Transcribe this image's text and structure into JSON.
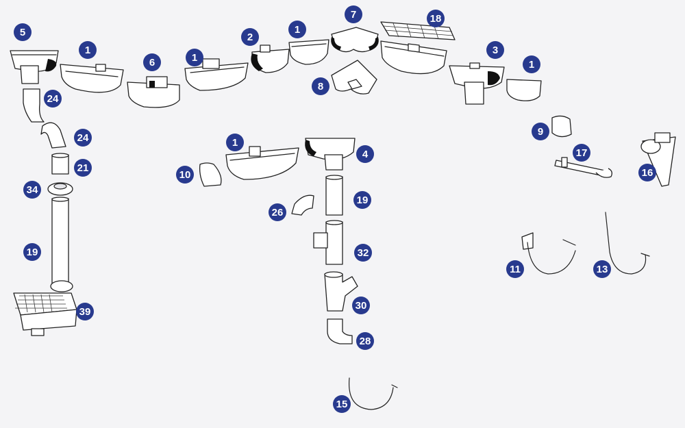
{
  "callouts": [
    {
      "id": "c5",
      "label": "5"
    },
    {
      "id": "c1a",
      "label": "1"
    },
    {
      "id": "c6",
      "label": "6"
    },
    {
      "id": "c1b",
      "label": "1"
    },
    {
      "id": "c2",
      "label": "2"
    },
    {
      "id": "c1c",
      "label": "1"
    },
    {
      "id": "c7",
      "label": "7"
    },
    {
      "id": "c18",
      "label": "18"
    },
    {
      "id": "c8",
      "label": "8"
    },
    {
      "id": "c3",
      "label": "3"
    },
    {
      "id": "c1d",
      "label": "1"
    },
    {
      "id": "c24a",
      "label": "24"
    },
    {
      "id": "c24b",
      "label": "24"
    },
    {
      "id": "c21",
      "label": "21"
    },
    {
      "id": "c34",
      "label": "34"
    },
    {
      "id": "c19a",
      "label": "19"
    },
    {
      "id": "c39",
      "label": "39"
    },
    {
      "id": "c1e",
      "label": "1"
    },
    {
      "id": "c10",
      "label": "10"
    },
    {
      "id": "c4",
      "label": "4"
    },
    {
      "id": "c19b",
      "label": "19"
    },
    {
      "id": "c26",
      "label": "26"
    },
    {
      "id": "c32",
      "label": "32"
    },
    {
      "id": "c30",
      "label": "30"
    },
    {
      "id": "c28",
      "label": "28"
    },
    {
      "id": "c15",
      "label": "15"
    },
    {
      "id": "c9",
      "label": "9"
    },
    {
      "id": "c17",
      "label": "17"
    },
    {
      "id": "c16",
      "label": "16"
    },
    {
      "id": "c11",
      "label": "11"
    },
    {
      "id": "c13",
      "label": "13"
    }
  ],
  "colors": {
    "badge": "#283a8e",
    "background": "#f4f4f6",
    "outline": "#222222"
  }
}
